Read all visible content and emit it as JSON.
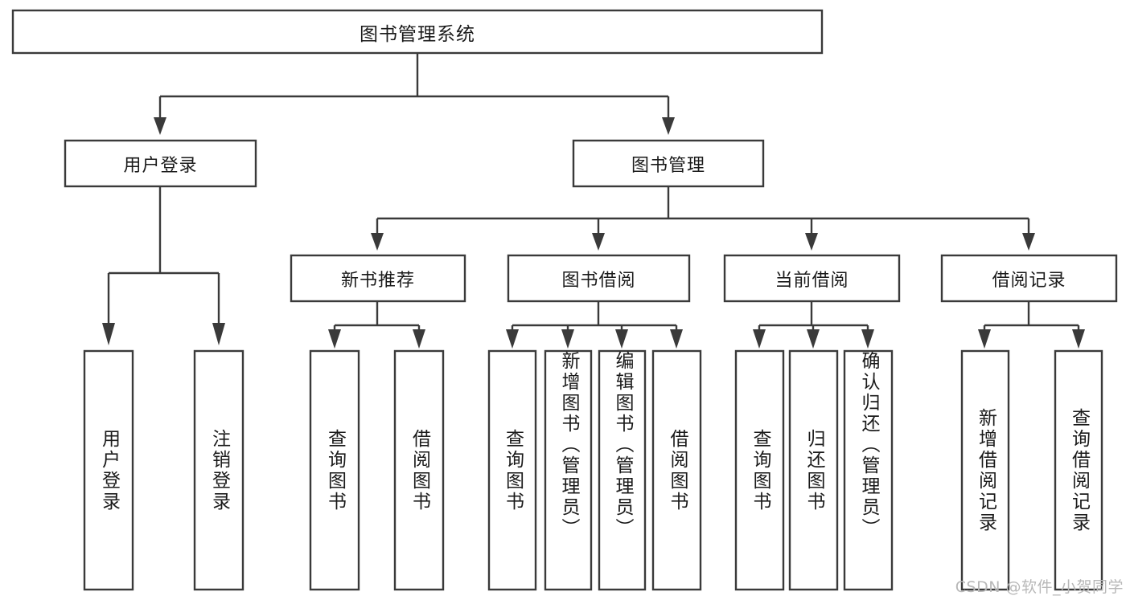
{
  "diagram": {
    "type": "tree-hierarchy-flowchart",
    "title": "图书管理系统",
    "watermark": "CSDN @软件_小贺同学",
    "colors": {
      "box_stroke": "#3a3a3a",
      "box_fill": "#ffffff",
      "text": "#1a1a1a",
      "background": "#ffffff",
      "watermark": "#b8b8b8"
    },
    "nodes": {
      "root": {
        "label": "图书管理系统",
        "orientation": "horizontal"
      },
      "level2": [
        {
          "id": "user-login",
          "label": "用户登录",
          "orientation": "horizontal"
        },
        {
          "id": "book-manage",
          "label": "图书管理",
          "orientation": "horizontal"
        }
      ],
      "level3": [
        {
          "id": "new-book-recommend",
          "label": "新书推荐",
          "orientation": "horizontal"
        },
        {
          "id": "book-borrow",
          "label": "图书借阅",
          "orientation": "horizontal"
        },
        {
          "id": "current-borrow",
          "label": "当前借阅",
          "orientation": "horizontal"
        },
        {
          "id": "borrow-record",
          "label": "借阅记录",
          "orientation": "horizontal"
        }
      ],
      "leaves": {
        "user-login": [
          {
            "id": "leaf-user-login",
            "label": "用户登录",
            "orientation": "vertical"
          },
          {
            "id": "leaf-logout-login",
            "label": "注销登录",
            "orientation": "vertical"
          }
        ],
        "new-book-recommend": [
          {
            "id": "leaf-query-book-1",
            "label": "查询图书",
            "orientation": "vertical"
          },
          {
            "id": "leaf-borrow-book-1",
            "label": "借阅图书",
            "orientation": "vertical"
          }
        ],
        "book-borrow": [
          {
            "id": "leaf-query-book-2",
            "label": "查询图书",
            "orientation": "vertical"
          },
          {
            "id": "leaf-add-book-admin",
            "label": "新增图书（管理员）",
            "orientation": "vertical"
          },
          {
            "id": "leaf-edit-book-admin",
            "label": "编辑图书（管理员）",
            "orientation": "vertical"
          },
          {
            "id": "leaf-borrow-book-2",
            "label": "借阅图书",
            "orientation": "vertical"
          }
        ],
        "current-borrow": [
          {
            "id": "leaf-query-book-3",
            "label": "查询图书",
            "orientation": "vertical"
          },
          {
            "id": "leaf-return-book",
            "label": "归还图书",
            "orientation": "vertical"
          },
          {
            "id": "leaf-confirm-return-admin",
            "label": "确认归还（管理员）",
            "orientation": "vertical"
          }
        ],
        "borrow-record": [
          {
            "id": "leaf-add-borrow-record",
            "label": "新增借阅记录",
            "orientation": "vertical"
          },
          {
            "id": "leaf-query-borrow-record",
            "label": "查询借阅记录",
            "orientation": "vertical"
          }
        ]
      }
    }
  }
}
